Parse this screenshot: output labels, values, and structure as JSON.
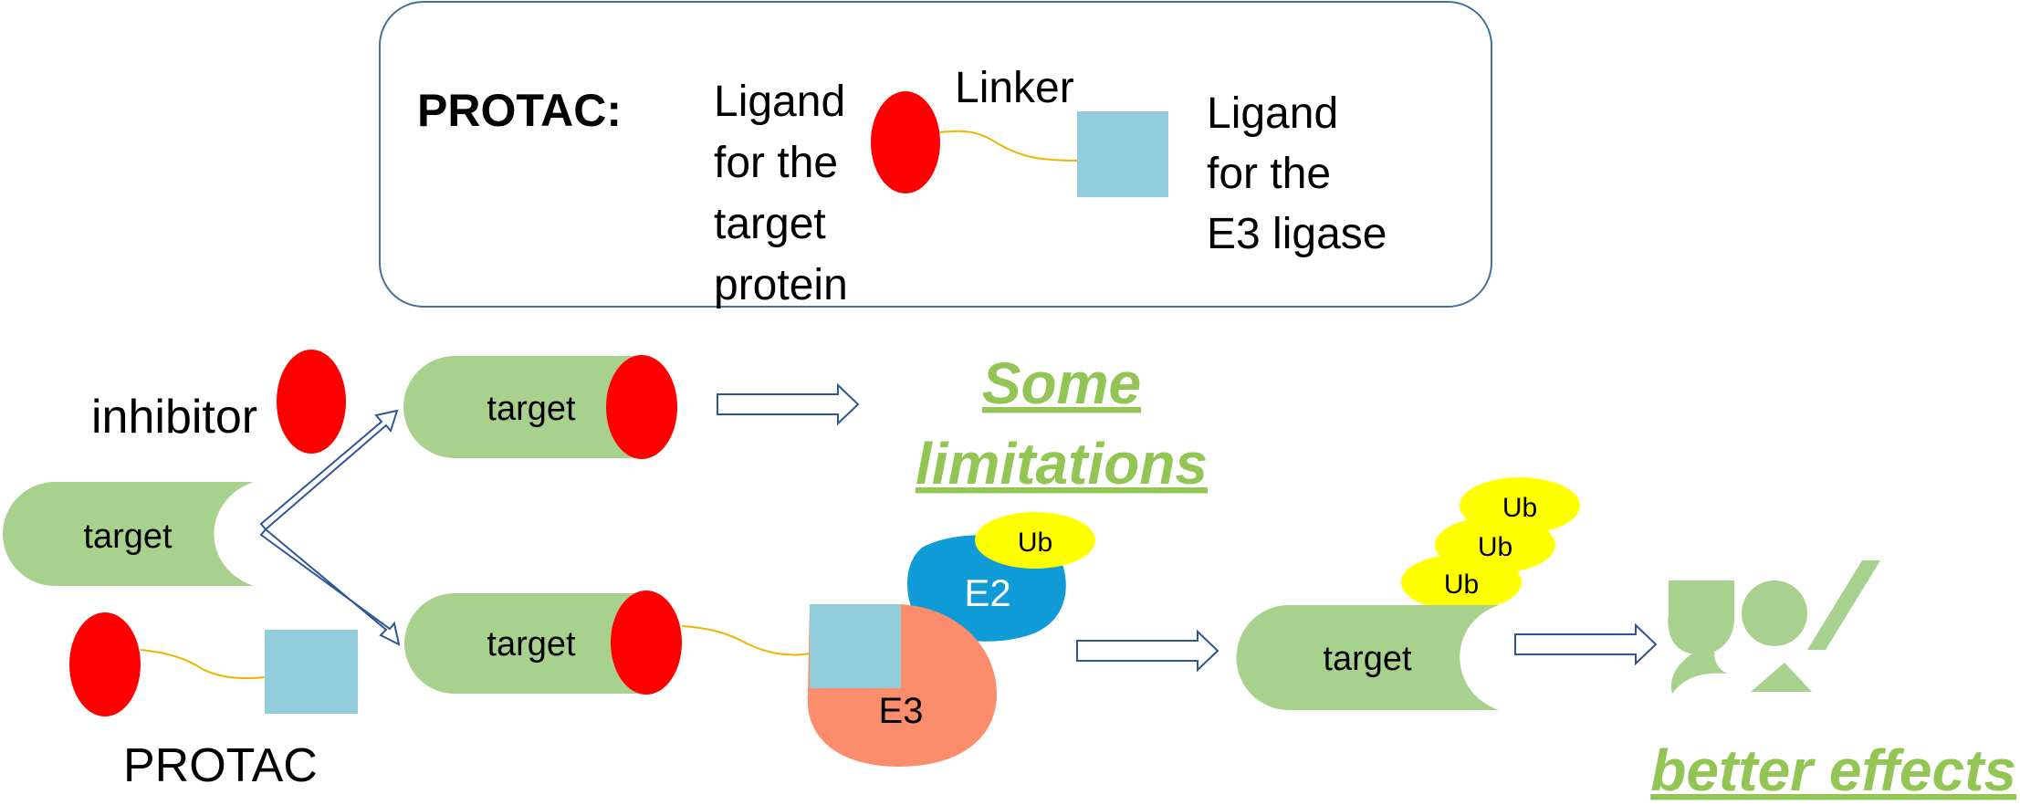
{
  "legend": {
    "protac_label": "PROTAC:",
    "ligand_target_lines": [
      "Ligand",
      "for the",
      "target",
      "protein"
    ],
    "linker_label": "Linker",
    "ligand_e3_lines": [
      "Ligand",
      "for the",
      "E3 ligase"
    ]
  },
  "labels": {
    "inhibitor": "inhibitor",
    "protac": "PROTAC",
    "target": "target",
    "e2": "E2",
    "e3": "E3",
    "ub": "Ub",
    "some_limitations": [
      "Some",
      "limitations"
    ],
    "better_effects": "better effects"
  },
  "colors": {
    "target_body": "#a9d18e",
    "ligand_target": "#ff0000",
    "ligand_e3": "#92cddc",
    "linker": "#f0b400",
    "e2": "#0f9bd7",
    "e3": "#fb8c6c",
    "ub": "#ffff00",
    "arrow_stroke": "#2e5597",
    "legend_border": "#41719c",
    "highlight_text": "#92c553"
  }
}
